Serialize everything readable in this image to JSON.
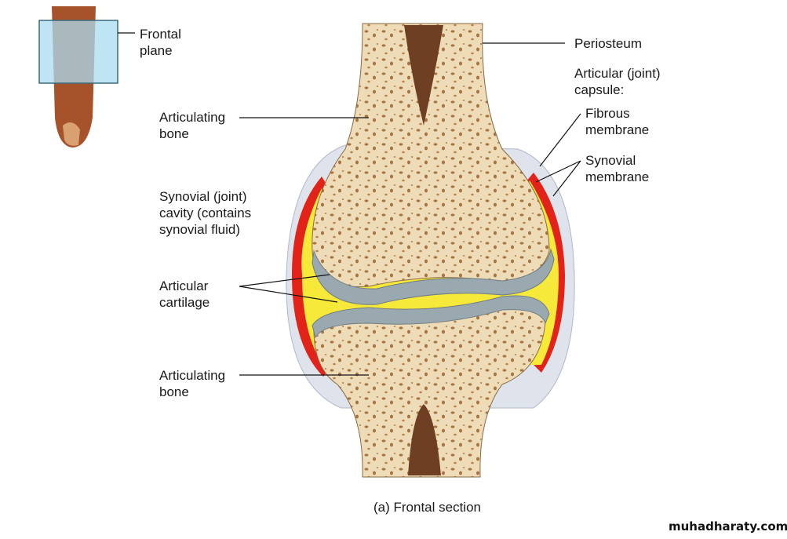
{
  "labels": {
    "frontal_plane": "Frontal\nplane",
    "periosteum": "Periosteum",
    "articular_capsule": "Articular (joint)\ncapsule:",
    "fibrous_membrane": "Fibrous\nmembrane",
    "synovial_membrane": "Synovial\nmembrane",
    "articulating_bone_top": "Articulating\nbone",
    "synovial_cavity": "Synovial (joint)\ncavity (contains\nsynovial fluid)",
    "articular_cartilage": "Articular\ncartilage",
    "articulating_bone_bottom": "Articulating\nbone"
  },
  "caption": "(a) Frontal section",
  "watermark": "muhadharaty.com",
  "colors": {
    "bone": "#eedcb8",
    "marrow": "#6e3f22",
    "cartilage": "#9aa9b0",
    "fluid": "#f7e93a",
    "membrane": "#e2231a",
    "capsule": "#dfe3ec",
    "finger": "#a6522a",
    "plane": "#a9dcf0"
  }
}
